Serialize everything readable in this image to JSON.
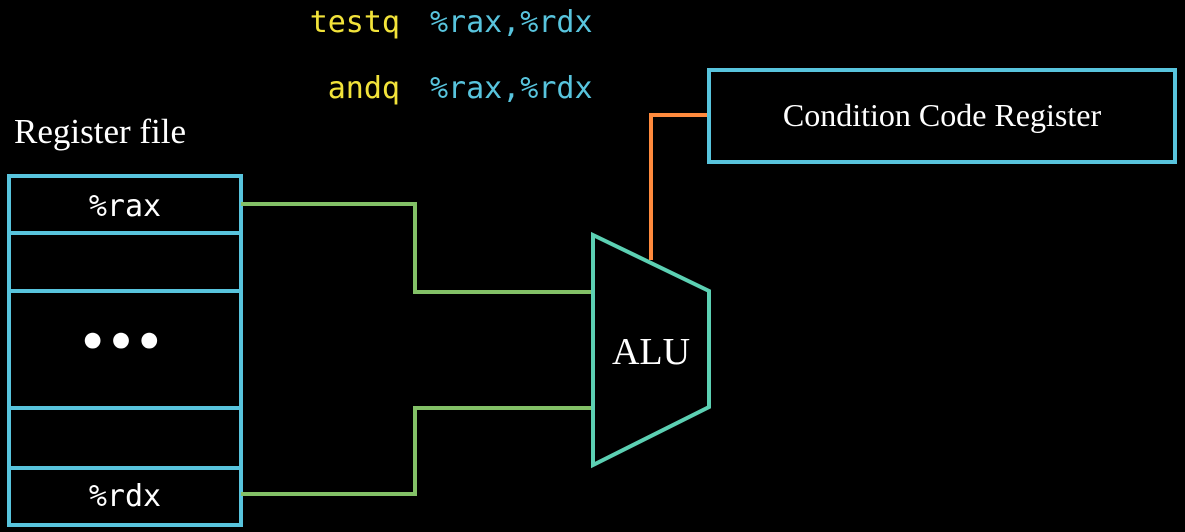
{
  "instructions": [
    {
      "mnemonic": "testq",
      "operands": "%rax,%rdx"
    },
    {
      "mnemonic": "andq",
      "operands": "%rax,%rdx"
    }
  ],
  "register_file": {
    "label": "Register file",
    "rows": [
      "%rax",
      "",
      "...",
      "",
      "%rdx"
    ]
  },
  "alu": {
    "label": "ALU"
  },
  "condition_code_register": {
    "label": "Condition Code Register"
  },
  "colors": {
    "background": "#000000",
    "mnemonic": "#f2e33a",
    "operand": "#58c4dd",
    "box_stroke": "#58c4dd",
    "alu_stroke": "#5cd0b3",
    "data_wire": "#83c167",
    "flag_wire": "#ff8a3d",
    "text": "#ffffff"
  }
}
